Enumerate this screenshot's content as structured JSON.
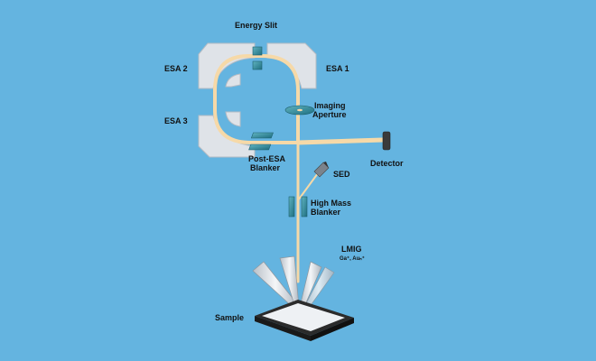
{
  "labels": {
    "energy_slit": "Energy Slit",
    "esa1": "ESA 1",
    "esa2": "ESA 2",
    "esa3": "ESA 3",
    "imaging_aperture_1": "Imaging",
    "imaging_aperture_2": "Aperture",
    "detector": "Detector",
    "post_esa_1": "Post-ESA",
    "post_esa_2": "Blanker",
    "sed": "SED",
    "high_mass_1": "High Mass",
    "high_mass_2": "Blanker",
    "lmig": "LMIG",
    "lmig_ions": "Ga⁺, Auₙ⁺",
    "sample": "Sample"
  },
  "colors": {
    "background": "#64b4e0",
    "beam": "#f6d9a8",
    "analyzer": "#dfe3e8",
    "component": "#2f8f9f"
  }
}
